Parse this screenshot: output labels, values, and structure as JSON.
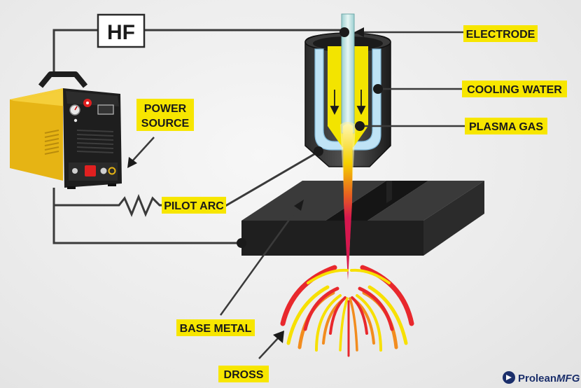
{
  "labels": {
    "hf": "HF",
    "electrode": "ELECTRODE",
    "cooling_water": "COOLING WATER",
    "plasma_gas": "PLASMA GAS",
    "power_source_line1": "POWER",
    "power_source_line2": "SOURCE",
    "pilot_arc": "PILOT ARC",
    "base_metal": "BASE METAL",
    "dross": "DROSS"
  },
  "brand": {
    "name_part1": "Prolean",
    "name_part2": "MFG"
  },
  "colors": {
    "label_bg": "#f7e600",
    "wire": "#3a3a3a",
    "machine_yellow": "#f2c21b",
    "machine_dark": "#1e1e1e",
    "metal": "#2a2a2a",
    "water": "#bfe3f5",
    "gas": "#f3e400",
    "flame_core": "#d6174e",
    "spark_red": "#e8282d",
    "spark_orange": "#f28c1e",
    "spark_yellow": "#f7e000",
    "brand": "#1b2f6b"
  }
}
